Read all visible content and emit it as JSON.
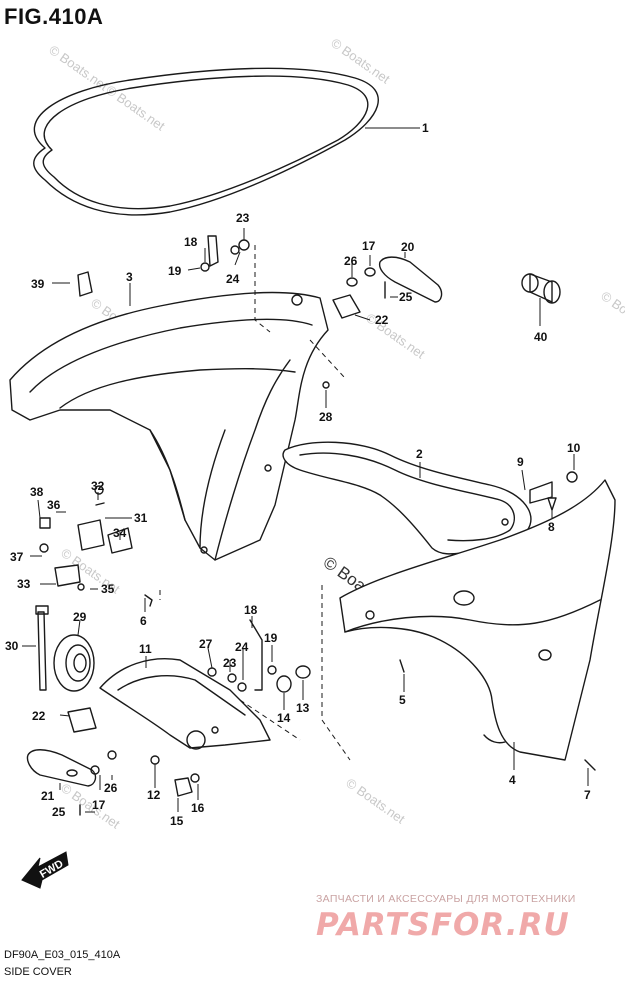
{
  "figure": {
    "title": "FIG.410A",
    "code": "DF90A_E03_015_410A",
    "subtitle": "SIDE COVER",
    "fwd_label": "FWD"
  },
  "watermark": {
    "text": "© Boats.net"
  },
  "seller": {
    "tagline": "ЗАПЧАСТИ И АКСЕССУАРЫ ДЛЯ МОТОТЕХНИКИ",
    "logo_text": "PARTSFOR.RU",
    "logo_color": "#f0a9a9"
  },
  "callouts": [
    {
      "id": "c1",
      "label": "1"
    },
    {
      "id": "c2",
      "label": "2"
    },
    {
      "id": "c3",
      "label": "3"
    },
    {
      "id": "c4",
      "label": "4"
    },
    {
      "id": "c5",
      "label": "5"
    },
    {
      "id": "c6",
      "label": "6"
    },
    {
      "id": "c7",
      "label": "7"
    },
    {
      "id": "c8",
      "label": "8"
    },
    {
      "id": "c9",
      "label": "9"
    },
    {
      "id": "c10",
      "label": "10"
    },
    {
      "id": "c11",
      "label": "11"
    },
    {
      "id": "c12",
      "label": "12"
    },
    {
      "id": "c13",
      "label": "13"
    },
    {
      "id": "c14",
      "label": "14"
    },
    {
      "id": "c15",
      "label": "15"
    },
    {
      "id": "c16",
      "label": "16"
    },
    {
      "id": "c17a",
      "label": "17"
    },
    {
      "id": "c17b",
      "label": "17"
    },
    {
      "id": "c18a",
      "label": "18"
    },
    {
      "id": "c18b",
      "label": "18"
    },
    {
      "id": "c19a",
      "label": "19"
    },
    {
      "id": "c19b",
      "label": "19"
    },
    {
      "id": "c20",
      "label": "20"
    },
    {
      "id": "c21",
      "label": "21"
    },
    {
      "id": "c22a",
      "label": "22"
    },
    {
      "id": "c22b",
      "label": "22"
    },
    {
      "id": "c23a",
      "label": "23"
    },
    {
      "id": "c23b",
      "label": "23"
    },
    {
      "id": "c24a",
      "label": "24"
    },
    {
      "id": "c24b",
      "label": "24"
    },
    {
      "id": "c25a",
      "label": "25"
    },
    {
      "id": "c25b",
      "label": "25"
    },
    {
      "id": "c26a",
      "label": "26"
    },
    {
      "id": "c26b",
      "label": "26"
    },
    {
      "id": "c27",
      "label": "27"
    },
    {
      "id": "c28",
      "label": "28"
    },
    {
      "id": "c29",
      "label": "29"
    },
    {
      "id": "c30",
      "label": "30"
    },
    {
      "id": "c31",
      "label": "31"
    },
    {
      "id": "c32",
      "label": "32"
    },
    {
      "id": "c33",
      "label": "33"
    },
    {
      "id": "c34",
      "label": "34"
    },
    {
      "id": "c35",
      "label": "35"
    },
    {
      "id": "c36",
      "label": "36"
    },
    {
      "id": "c37",
      "label": "37"
    },
    {
      "id": "c38",
      "label": "38"
    },
    {
      "id": "c39",
      "label": "39"
    },
    {
      "id": "c40",
      "label": "40"
    }
  ]
}
